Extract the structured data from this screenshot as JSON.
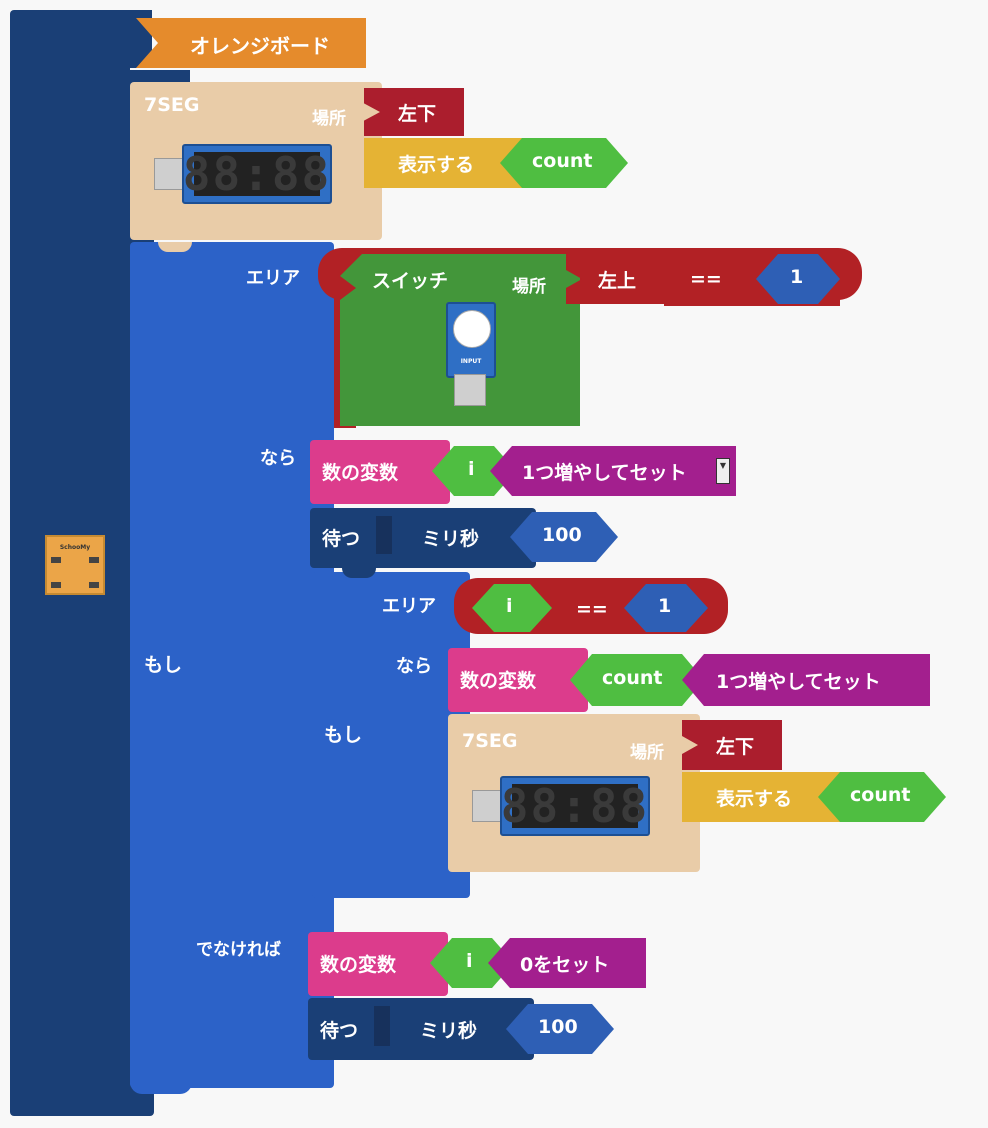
{
  "workspace": {
    "root": {
      "title": "オレンジボード",
      "icon": "schoolmy-board-icon",
      "icon_text": "SchooMy"
    },
    "seg_top": {
      "label": "7SEG",
      "place_label": "場所",
      "place_value": "左下",
      "action": "表示する",
      "value": "count",
      "display": "88:88"
    },
    "if_outer": {
      "if_label": "もし",
      "area_label": "エリア",
      "then_label": "なら",
      "else_label": "でなければ",
      "condition": {
        "switch_label": "スイッチ",
        "switch_place_label": "場所",
        "switch_place_value": "左上",
        "operator": "==",
        "right_value": "1",
        "switch_icon_text": "INPUT"
      },
      "then_blocks": {
        "var_block": {
          "label": "数の変数",
          "name": "i",
          "action": "1つ増やしてセット",
          "dropdown": "▼"
        },
        "wait_block": {
          "label": "待つ",
          "unit": "ミリ秒",
          "value": "100"
        },
        "if_inner": {
          "if_label": "もし",
          "area_label": "エリア",
          "then_label": "なら",
          "condition": {
            "left": "i",
            "operator": "==",
            "right": "1"
          },
          "var_block": {
            "label": "数の変数",
            "name": "count",
            "action": "1つ増やしてセット"
          },
          "seg_block": {
            "label": "7SEG",
            "place_label": "場所",
            "place_value": "左下",
            "action": "表示する",
            "value": "count",
            "display": "88:88"
          }
        }
      },
      "else_blocks": {
        "var_block": {
          "label": "数の変数",
          "name": "i",
          "action": "0をセット"
        },
        "wait_block": {
          "label": "待つ",
          "unit": "ミリ秒",
          "value": "100"
        }
      }
    }
  },
  "colors": {
    "control": "#2c62c8",
    "root": "#1a3f76",
    "variable": "#dc3c8c",
    "value_green": "#4fbe41",
    "math": "#a31f8e",
    "sensor": "#43963a",
    "logic": "#ab1e2d",
    "display": "#e9cca8",
    "event": "#e58b2c"
  }
}
